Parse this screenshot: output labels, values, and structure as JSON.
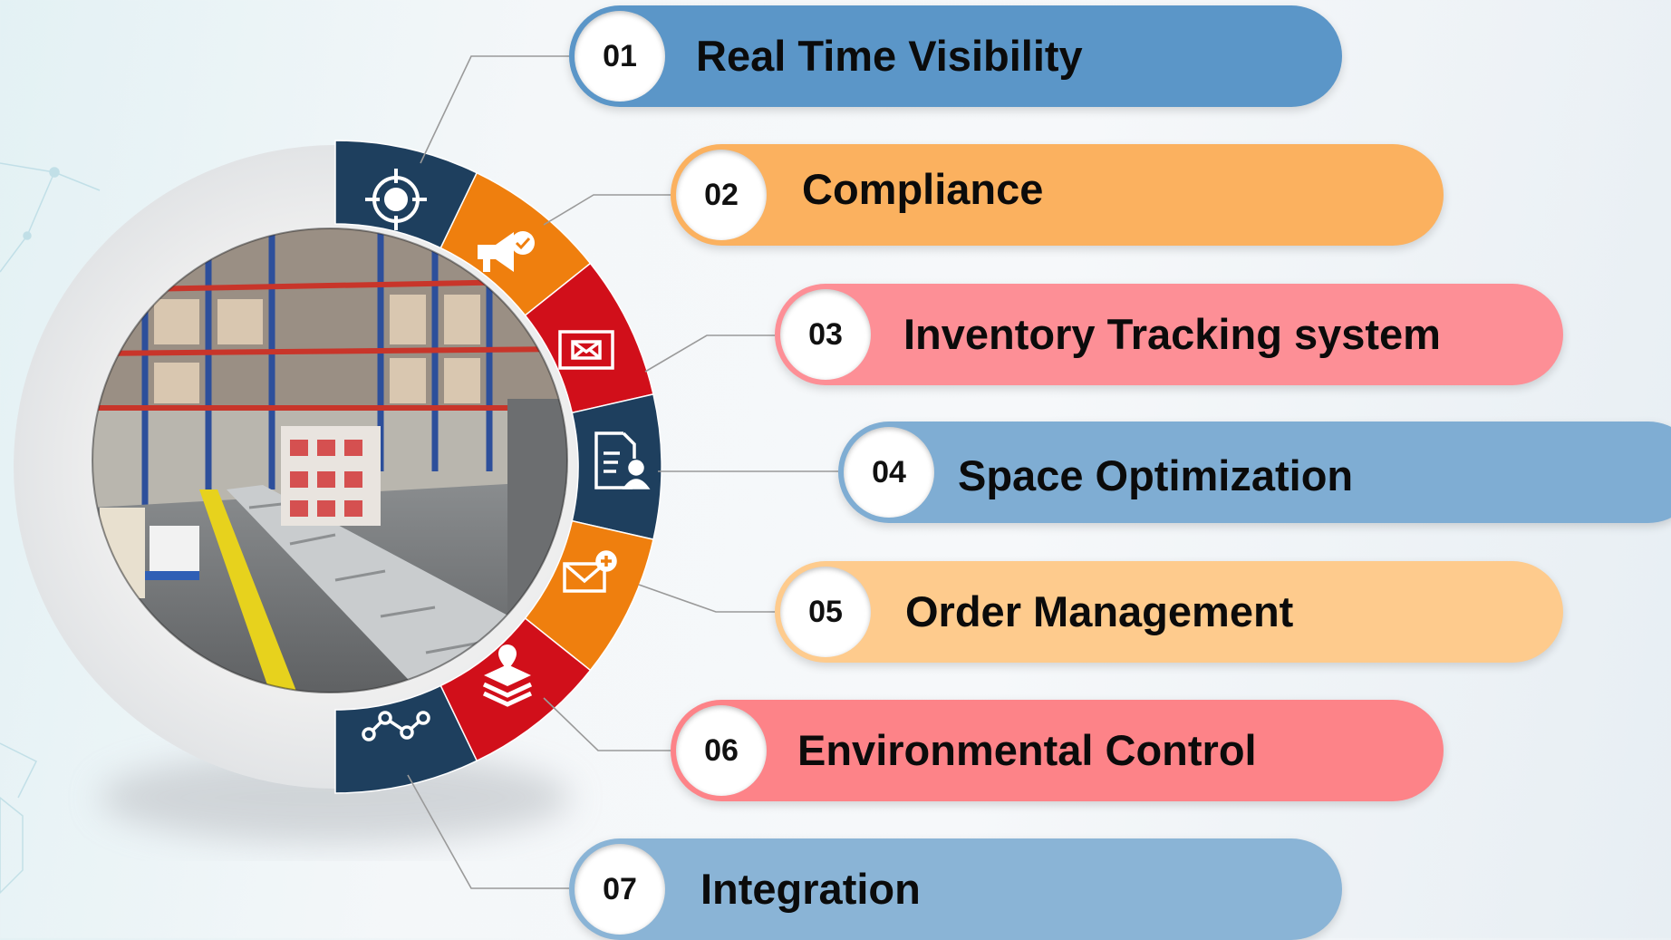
{
  "items": [
    {
      "number": "01",
      "label": "Real Time Visibility",
      "color": "#5b96c8",
      "icon": "target-icon"
    },
    {
      "number": "02",
      "label": "Compliance",
      "color": "#fbb15f",
      "icon": "megaphone-check-icon"
    },
    {
      "number": "03",
      "label": "Inventory Tracking system",
      "color": "#fd8f96",
      "icon": "envelope-icon"
    },
    {
      "number": "04",
      "label": "Space Optimization",
      "color": "#7fadd3",
      "icon": "document-user-icon"
    },
    {
      "number": "05",
      "label": "Order Management",
      "color": "#fecb8d",
      "icon": "mail-plus-icon"
    },
    {
      "number": "06",
      "label": "Environmental Control",
      "color": "#fd8388",
      "icon": "layers-location-icon"
    },
    {
      "number": "07",
      "label": "Integration",
      "color": "#8ab4d6",
      "icon": "nodes-icon"
    }
  ],
  "segment_colors": [
    "#1e3f5e",
    "#ef7f0e",
    "#d10f1a",
    "#1e3f5e",
    "#ef7f0e",
    "#d10f1a",
    "#1e3f5e"
  ]
}
